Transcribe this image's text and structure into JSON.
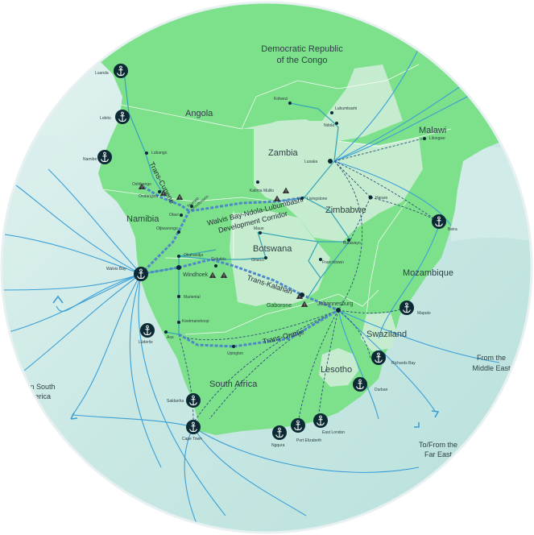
{
  "map": {
    "countries": {
      "drc": [
        "Democratic Republic",
        "of the Congo"
      ],
      "angola": "Angola",
      "zambia": "Zambia",
      "malawi": "Malawi",
      "namibia": "Namibia",
      "zimbabwe": "Zimbabwe",
      "botswana": "Botswana",
      "mozambique": "Mozambique",
      "south_africa": "South Africa",
      "swaziland": "Swaziland",
      "lesotho": "Lesotho"
    },
    "corridors": {
      "trans_cunene": "Trans-Cunene",
      "walvis_bay_ndola": [
        "Walvis Bay-Ndola-Lubumbashi",
        "Development Corridor"
      ],
      "trans_kalahari": "Trans-Kalahari",
      "trans_oranje": "Trans-Oranje"
    },
    "external_labels": {
      "south_america": [
        "em South",
        "merica"
      ],
      "middle_east": [
        "From the",
        "Middle East"
      ],
      "far_east": [
        "To/From the",
        "Far East"
      ]
    },
    "ports": {
      "luanda": "Luanda",
      "lobito": "Lobito",
      "namibe": "Namibe",
      "walvis_bay": "Walvis Bay",
      "luderitz": "Lüderitz",
      "saldanha": "Saldanha",
      "cape_town": "Cape Town",
      "ngqura": "Ngqura",
      "port_elizabeth": "Port Elizabeth",
      "east_london": "East London",
      "durban": "Durban",
      "richards_bay": "Richards Bay",
      "maputo": "Maputo",
      "beira": "Beira"
    },
    "cities": {
      "kolwezi": "Kolwezi",
      "lubumbashi": "Lubumbashi",
      "ndola": "Ndola",
      "lilongwe": "Lilongwe",
      "lusaka": "Lusaka",
      "lubango": "Lubango",
      "oshikango": "Oshikango",
      "ondangwa": "Ondangwa",
      "tsumeb": "Tsumeb",
      "grootfontein": "Grootfontein",
      "otavi": "Otavi",
      "otjiwarongo": "Otjiwarongo",
      "katima_mulilo": "Katima Mulilo",
      "livingstone": "Livingstone",
      "harare": "Harare",
      "maun": "Maun",
      "ghanzi": "Ghanzi",
      "okahandja": "Okahandja",
      "gobabis": "Gobabis",
      "windhoek": "Windhoek",
      "francistown": "Francistown",
      "bulawayo": "Bulawayo",
      "gaborone": "Gaborone",
      "johannesburg": "Johannesburg",
      "mariental": "Mariental",
      "keetmanshoop": "Keetmanshoop",
      "aus": "Aus",
      "upington": "Upington"
    },
    "colors": {
      "ocean": "#cde9e6",
      "land": "#7de08a",
      "highlight_country": "#c6ecd0",
      "route_line": "#3b9fd6",
      "road_line": "#3aa7b7",
      "corridor_line": "#4e88c9",
      "port_icon": "#0b2a33"
    }
  }
}
